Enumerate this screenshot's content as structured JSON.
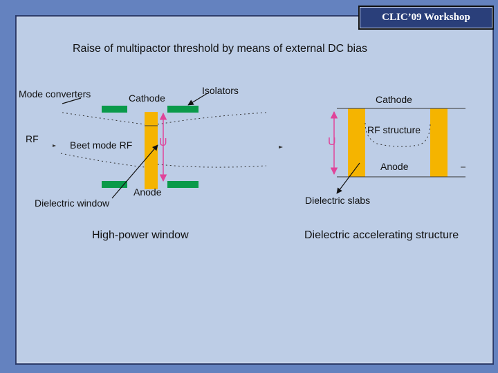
{
  "header": "CLIC’09 Workshop",
  "title": "Raise of multipactor threshold by means of external DC bias",
  "left_diagram": {
    "caption": "High-power window",
    "labels": {
      "mode_converters": "Mode converters",
      "cathode": "Cathode",
      "isolators": "Isolators",
      "rf": "RF",
      "beet_mode_rf": "Beet mode RF",
      "u": "U",
      "anode": "Anode",
      "dielectric_window": "Dielectric window"
    }
  },
  "right_diagram": {
    "caption": "Dielectric accelerating structure",
    "labels": {
      "cathode": "Cathode",
      "rf_structure": "RF structure",
      "u": "U",
      "anode": "Anode",
      "dielectric_slabs": "Dielectric slabs"
    }
  },
  "colors": {
    "electrode": "#0a9a4a",
    "dielectric": "#f5b400",
    "voltage_arrow": "#e0449a",
    "u_label": "#e0449a",
    "header_bg": "#2a3f7a"
  }
}
